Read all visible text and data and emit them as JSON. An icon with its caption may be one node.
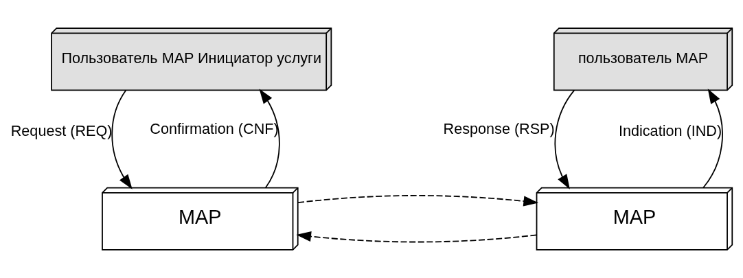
{
  "diagram": {
    "nodes": [
      {
        "text": [
          "Пользователь MAP Инициатор услуги"
        ]
      },
      {
        "text": [
          "пользователь MAP"
        ]
      },
      {
        "text": [
          "MAP"
        ]
      },
      {
        "text": [
          "MAP"
        ]
      }
    ],
    "edges": [
      {
        "from": 0,
        "to": 2,
        "arrow": "to",
        "label": "Request (REQ)"
      },
      {
        "from": 2,
        "to": 0,
        "arrow": "to",
        "label": "Confirmation (CNF)"
      },
      {
        "from": 1,
        "to": 3,
        "arrow": "to",
        "label": "Response (RSP)"
      },
      {
        "from": 3,
        "to": 1,
        "arrow": "to",
        "label": "Indication (IND)"
      },
      {
        "from": 3,
        "to": 2,
        "arrow": "to",
        "style": "dashed"
      },
      {
        "from": 2,
        "to": 3,
        "arrow": "to",
        "style": "dashed"
      }
    ]
  }
}
